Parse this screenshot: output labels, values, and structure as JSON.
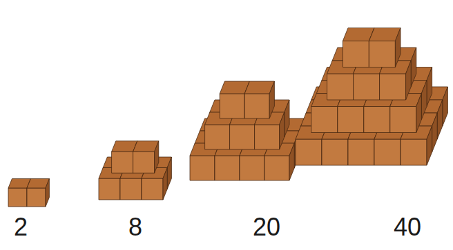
{
  "diagram": {
    "labels": [
      "2",
      "8",
      "20",
      "40"
    ]
  }
}
